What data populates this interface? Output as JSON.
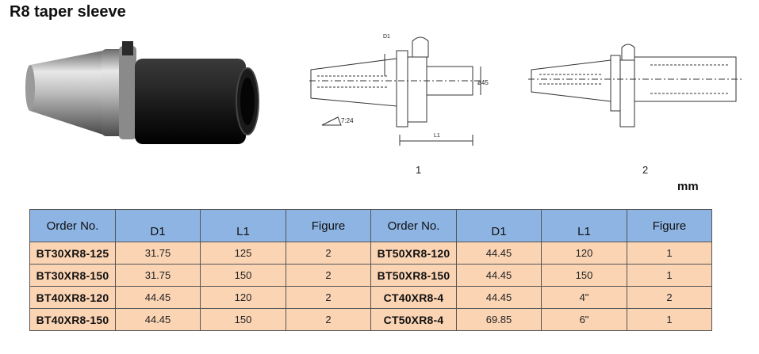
{
  "title": "R8  taper sleeve",
  "figures": {
    "fig1_label": "1",
    "fig2_label": "2",
    "d1_mark": "D1",
    "diameter_mark": "ø45",
    "taper_mark": "7:24",
    "l1_mark": "L1"
  },
  "unit": "mm",
  "table": {
    "headers": [
      "Order No.",
      "D1",
      "L1",
      "Figure",
      "Order No.",
      "D1",
      "L1",
      "Figure"
    ],
    "rows": [
      [
        "BT30XR8-125",
        "31.75",
        "125",
        "2",
        "BT50XR8-120",
        "44.45",
        "120",
        "1"
      ],
      [
        "BT30XR8-150",
        "31.75",
        "150",
        "2",
        "BT50XR8-150",
        "44.45",
        "150",
        "1"
      ],
      [
        "BT40XR8-120",
        "44.45",
        "120",
        "2",
        "CT40XR8-4",
        "44.45",
        "4\"",
        "2"
      ],
      [
        "BT40XR8-150",
        "44.45",
        "150",
        "2",
        "CT50XR8-4",
        "69.85",
        "6\"",
        "1"
      ]
    ]
  }
}
